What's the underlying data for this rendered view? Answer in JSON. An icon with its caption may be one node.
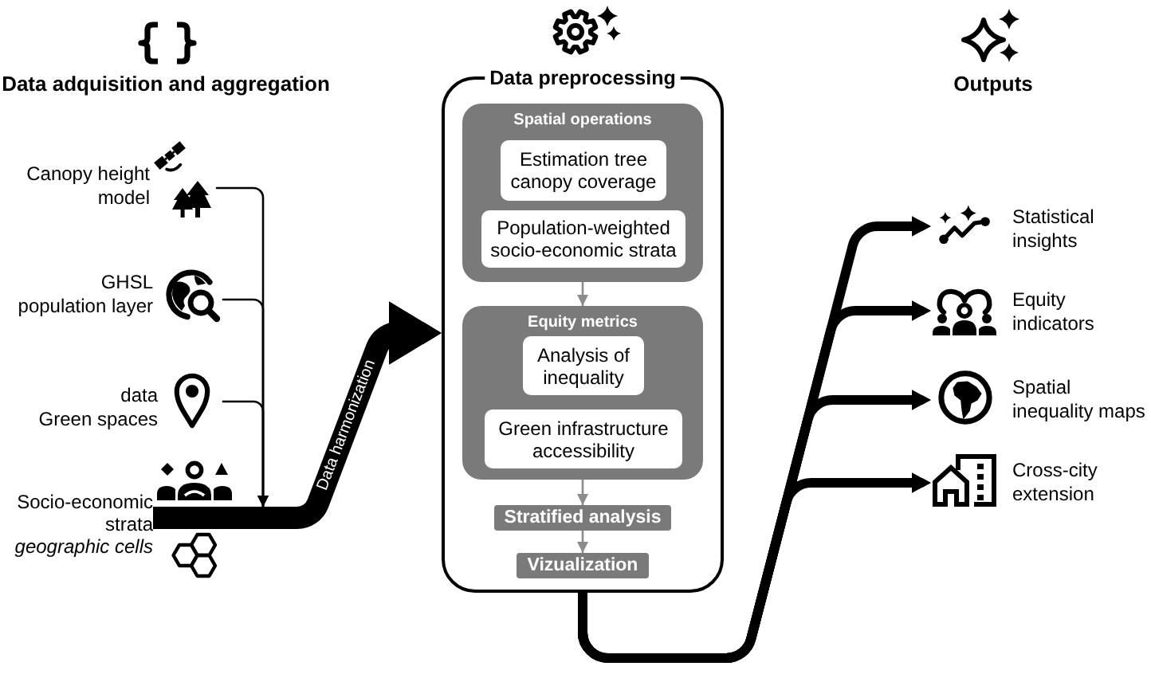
{
  "diagram": {
    "nodes": [
      {
        "text": [
          "Canopy height model"
        ]
      },
      {
        "text": [
          "GHSL population layer"
        ]
      },
      {
        "text": [
          "data",
          "Green spaces"
        ]
      },
      {
        "text": [],
        "shape": "bar",
        "beside": [
          "Socio-economic strata",
          "geographic cells"
        ]
      },
      {
        "text": [
          "Data preprocessing"
        ]
      },
      {
        "text": [
          "Spatial operations"
        ],
        "in": 4
      },
      {
        "text": [
          "Estimation tree canopy coverage"
        ],
        "in": 5
      },
      {
        "text": [
          "Population-weighted socio-economic strata"
        ],
        "in": 5
      },
      {
        "text": [
          "Equity metrics"
        ],
        "in": 4
      },
      {
        "text": [
          "Analysis of inequality"
        ],
        "in": 8
      },
      {
        "text": [
          "Green infrastructure accessibility"
        ],
        "in": 8
      },
      {
        "text": [
          "Stratified analysis"
        ],
        "in": 4
      },
      {
        "text": [
          "Vizualization"
        ],
        "in": 4
      },
      {
        "text": [
          "Statistical insights"
        ]
      },
      {
        "text": [
          "Equity indicators"
        ]
      },
      {
        "text": [
          "Spatial inequality maps"
        ]
      },
      {
        "text": [
          "Cross-city extension"
        ]
      }
    ],
    "edges": [
      {
        "from": 0,
        "to": 3,
        "arrow": "to"
      },
      {
        "from": 1,
        "to": 3,
        "arrow": "to"
      },
      {
        "from": 2,
        "to": 3,
        "arrow": "to"
      },
      {
        "from": 3,
        "to": 4,
        "arrow": "to",
        "label": "Data harmonization",
        "style": "thick"
      },
      {
        "from": 4,
        "to": 13,
        "arrow": "to",
        "style": "thick"
      },
      {
        "from": 4,
        "to": 14,
        "arrow": "to",
        "style": "thick"
      },
      {
        "from": 4,
        "to": 15,
        "arrow": "to",
        "style": "thick"
      },
      {
        "from": 4,
        "to": 16,
        "arrow": "to",
        "style": "thick"
      },
      {
        "from": 5,
        "to": 8,
        "arrow": "to",
        "color": "#8c8c8c"
      },
      {
        "from": 8,
        "to": 11,
        "arrow": "to",
        "color": "#8c8c8c"
      },
      {
        "from": 11,
        "to": 12,
        "arrow": "to",
        "color": "#8c8c8c"
      }
    ],
    "labels": [
      "Data adquisition and aggregation",
      "Outputs"
    ]
  }
}
